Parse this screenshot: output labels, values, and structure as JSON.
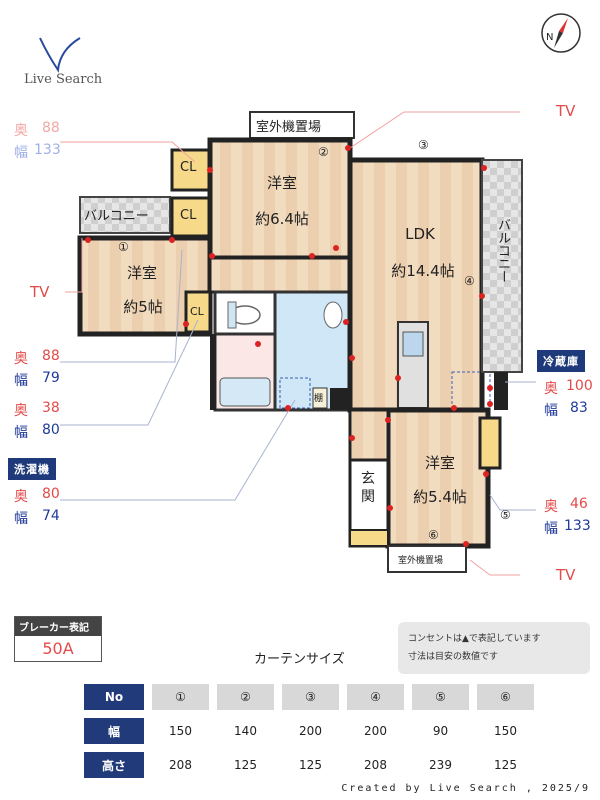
{
  "logo": {
    "text": "Live Search"
  },
  "rooms": {
    "western1_name": "洋室",
    "western1_size": "約6.4帖",
    "western2_name": "洋室",
    "western2_size": "約5帖",
    "ldk_name": "LDK",
    "ldk_size": "約14.4帖",
    "western3_name": "洋室",
    "western3_size": "約5.4帖",
    "entrance": "玄関",
    "balcony_top": "バルコニー",
    "balcony_right": "バルコニー",
    "outdoor_unit_top": "室外機置場",
    "outdoor_unit_bottom": "室外機置場",
    "cl1": "CL",
    "cl2": "CL",
    "cl3": "CL",
    "shelf": "棚"
  },
  "window_numbers": [
    "①",
    "②",
    "③",
    "④",
    "⑤",
    "⑥"
  ],
  "tv_labels": [
    "TV",
    "TV",
    "TV"
  ],
  "dims": {
    "top_left_depth_label": "奥",
    "top_left_depth": "88",
    "top_left_width_label": "幅",
    "top_left_width": "133",
    "mid_left_depth_label": "奥",
    "mid_left_depth": "88",
    "mid_left_width_label": "幅",
    "mid_left_width": "79",
    "low_left_depth_label": "奥",
    "low_left_depth": "38",
    "low_left_width_label": "幅",
    "low_left_width": "80",
    "washer_label": "洗濯機",
    "washer_depth_label": "奥",
    "washer_depth": "80",
    "washer_width_label": "幅",
    "washer_width": "74",
    "fridge_label": "冷蔵庫",
    "fridge_depth_label": "奥",
    "fridge_depth": "100",
    "fridge_width_label": "幅",
    "fridge_width": "83",
    "right_depth_label": "奥",
    "right_depth": "46",
    "right_width_label": "幅",
    "right_width": "133"
  },
  "breaker": {
    "label": "ブレーカー表記",
    "value": "50A"
  },
  "notes": {
    "line1": "コンセントは▲で表記しています",
    "line2": "寸法は目安の数値です"
  },
  "curtain": {
    "title": "カーテンサイズ",
    "header_no": "No",
    "header_width": "幅",
    "header_height": "高さ",
    "numbers": [
      "①",
      "②",
      "③",
      "④",
      "⑤",
      "⑥"
    ],
    "widths": [
      "150",
      "140",
      "200",
      "200",
      "90",
      "150"
    ],
    "heights": [
      "208",
      "125",
      "125",
      "208",
      "239",
      "125"
    ]
  },
  "credit": "Created by Live Search , 2025/9",
  "compass": {
    "letter": "N"
  }
}
